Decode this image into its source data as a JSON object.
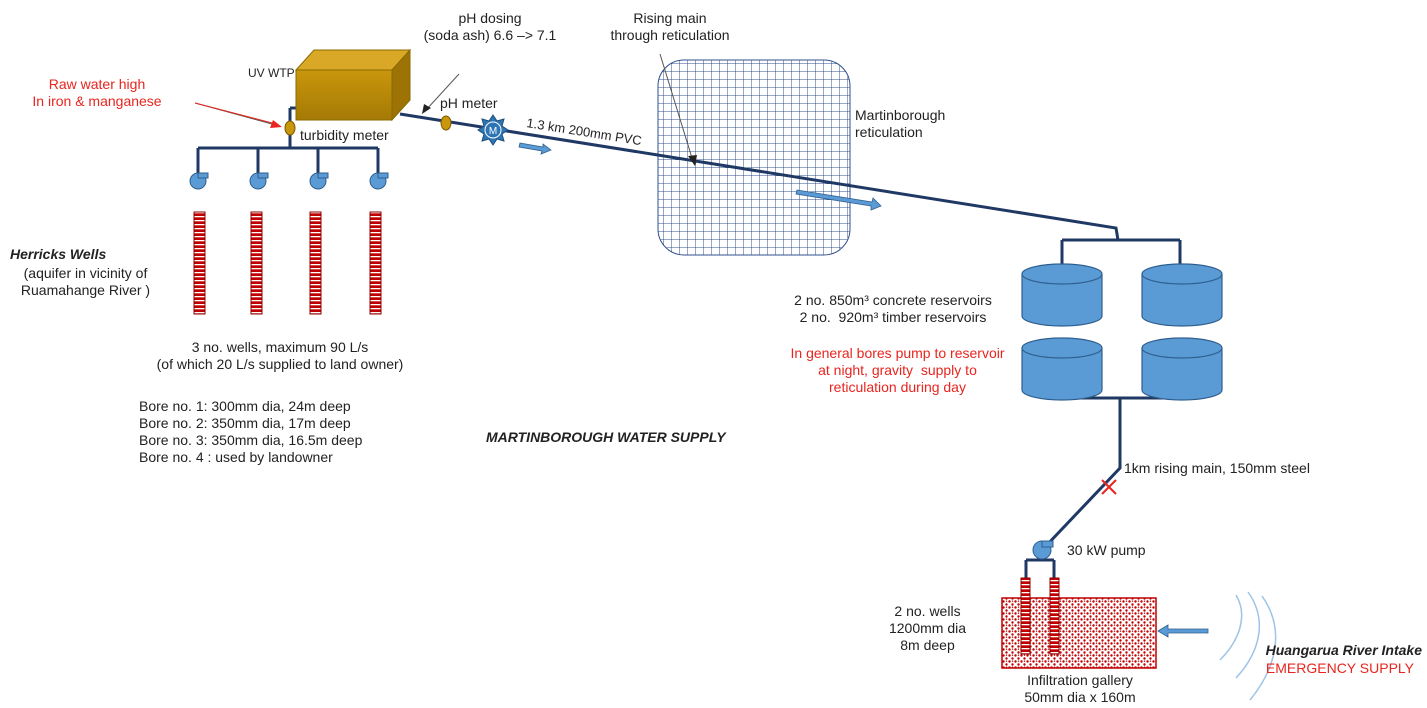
{
  "diagram": {
    "title": "MARTINBOROUGH WATER SUPPLY",
    "uv_wtp": "UV WTP",
    "raw_water": [
      "Raw water high",
      "In iron & manganese"
    ],
    "turbidity_meter": "turbidity meter",
    "ph_dosing": [
      "pH dosing",
      "(soda ash) 6.6 –> 7.1"
    ],
    "ph_meter": "pH meter",
    "meter_symbol": "M",
    "rising_main_reticulation": [
      "Rising main",
      "through reticulation"
    ],
    "pipe_label": "1.3 km 200mm PVC",
    "reticulation": [
      "Martinborough",
      "reticulation"
    ],
    "herricks_title": "Herricks Wells",
    "herricks_sub": [
      "(aquifer in vicinity of",
      "Ruamahange River )"
    ],
    "wells_summary": [
      "3 no. wells, maximum 90 L/s",
      "(of which 20 L/s supplied to land owner)"
    ],
    "bores": [
      "Bore no. 1: 300mm dia, 24m deep",
      "Bore no. 2: 350mm dia, 17m deep",
      "Bore no. 3: 350mm dia, 16.5m deep",
      "Bore no. 4 : used by landowner"
    ],
    "reservoirs": [
      "2 no. 850m³ concrete reservoirs",
      "2 no.  920m³ timber reservoirs"
    ],
    "reservoir_note": [
      "In general bores pump to reservoir",
      "at night, gravity  supply to",
      "reticulation during day"
    ],
    "rising_main_steel": "1km rising main, 150mm steel",
    "pump": "30 kW pump",
    "gallery_wells": [
      "2 no. wells",
      "1200mm dia",
      "8m deep"
    ],
    "infiltration": [
      "Infiltration gallery",
      "50mm dia x 160m"
    ],
    "river_intake": "Huangarua River Intake",
    "emergency": "EMERGENCY SUPPLY",
    "colors": {
      "pipe": "#1f3864",
      "pump": "#5b9bd5",
      "well_red": "#c00000",
      "note_red": "#e8251f",
      "wtp": "#c9960c",
      "grid": "#2f4f8f"
    }
  }
}
